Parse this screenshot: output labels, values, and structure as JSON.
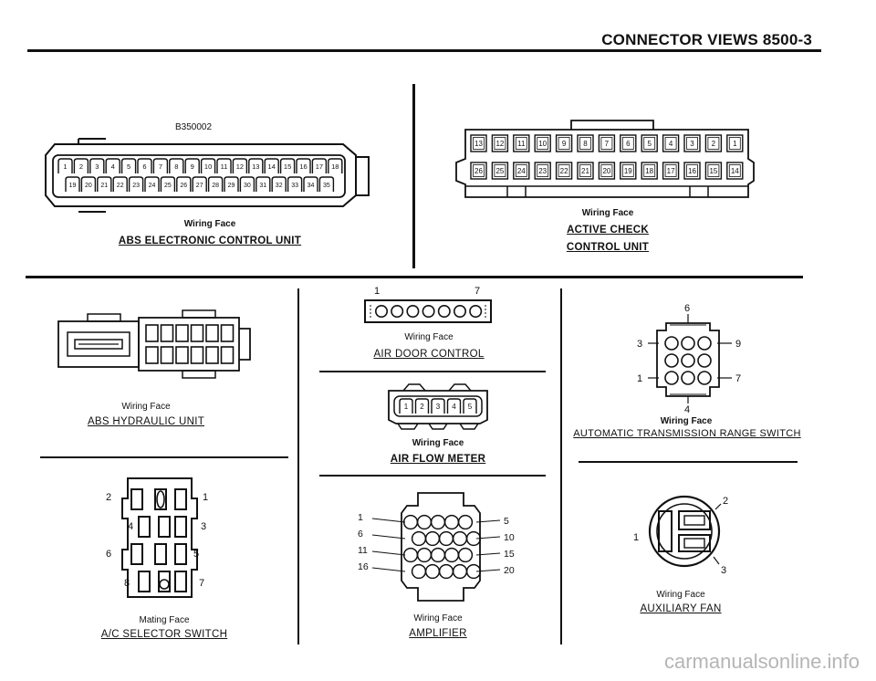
{
  "header": "CONNECTOR VIEWS 8500-3",
  "abs_ecu": {
    "part_code": "B350002",
    "caption": "Wiring Face",
    "title": "ABS ELECTRONIC CONTROL UNIT",
    "top_pins": [
      "1",
      "2",
      "3",
      "4",
      "5",
      "6",
      "7",
      "8",
      "9",
      "10",
      "11",
      "12",
      "13",
      "14",
      "15",
      "16",
      "17",
      "18"
    ],
    "bottom_pins": [
      "19",
      "20",
      "21",
      "22",
      "23",
      "24",
      "25",
      "26",
      "27",
      "28",
      "29",
      "30",
      "31",
      "32",
      "33",
      "34",
      "35"
    ]
  },
  "active_check": {
    "caption": "Wiring Face",
    "title_line1": "ACTIVE CHECK",
    "title_line2": "CONTROL UNIT",
    "top_pins": [
      "13",
      "12",
      "11",
      "10",
      "9",
      "8",
      "7",
      "6",
      "5",
      "4",
      "3",
      "2",
      "1"
    ],
    "bottom_pins": [
      "26",
      "25",
      "24",
      "23",
      "22",
      "21",
      "20",
      "19",
      "18",
      "17",
      "16",
      "15",
      "14"
    ]
  },
  "abs_hydraulic": {
    "caption": "Wiring Face",
    "title": "ABS HYDRAULIC UNIT"
  },
  "air_door": {
    "caption": "Wiring Face",
    "title": "AIR DOOR CONTROL",
    "label_left": "1",
    "label_right": "7"
  },
  "air_flow": {
    "caption": "Wiring Face",
    "title": "AIR FLOW METER",
    "pins": [
      "1",
      "2",
      "3",
      "4",
      "5"
    ]
  },
  "ats": {
    "caption": "Wiring Face",
    "title": "AUTOMATIC TRANSMISSION RANGE SWITCH",
    "labels": {
      "top": "6",
      "left_top": "3",
      "right_top": "9",
      "left_bottom": "1",
      "right_bottom": "7",
      "bottom": "4"
    }
  },
  "ac_selector": {
    "caption": "Mating Face",
    "title": "A/C SELECTOR SWITCH",
    "labels": {
      "r1l": "2",
      "r1r": "1",
      "r2l": "4",
      "r2r": "3",
      "r3l": "6",
      "r3r": "5",
      "r4l": "8",
      "r4r": "7"
    }
  },
  "amplifier": {
    "caption": "Wiring Face",
    "title": "AMPLIFIER",
    "left_labels": [
      "1",
      "6",
      "11",
      "16"
    ],
    "right_labels": [
      "5",
      "10",
      "15",
      "20"
    ]
  },
  "aux_fan": {
    "caption": "Wiring Face",
    "title": "AUXILIARY FAN",
    "labels": {
      "a": "1",
      "b": "2",
      "c": "3"
    }
  },
  "watermark": "carmanualsonline.info"
}
